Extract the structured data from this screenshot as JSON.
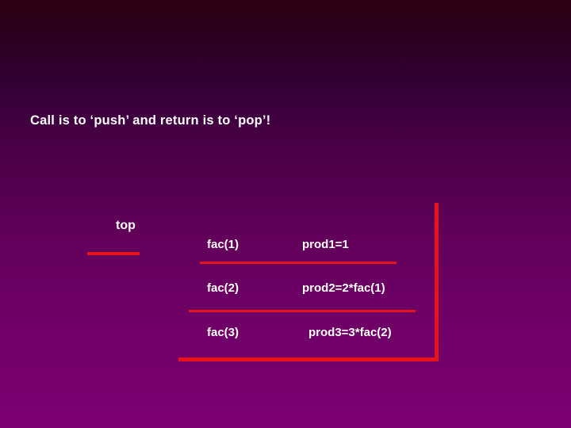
{
  "slide": {
    "headline": "Call is to ‘push’ and return is to ‘pop’!",
    "stack_label": "top",
    "accent_color": "#e8121b",
    "text_color": "#ffffff",
    "background_top_color": "#14000f",
    "background_bottom_color": "#7d0074",
    "stack_frames": [
      {
        "call": "fac(1)",
        "product": "prod1=1"
      },
      {
        "call": "fac(2)",
        "product": "prod2=2*fac(1)"
      },
      {
        "call": "fac(3)",
        "product": "prod3=3*fac(2)"
      }
    ]
  }
}
